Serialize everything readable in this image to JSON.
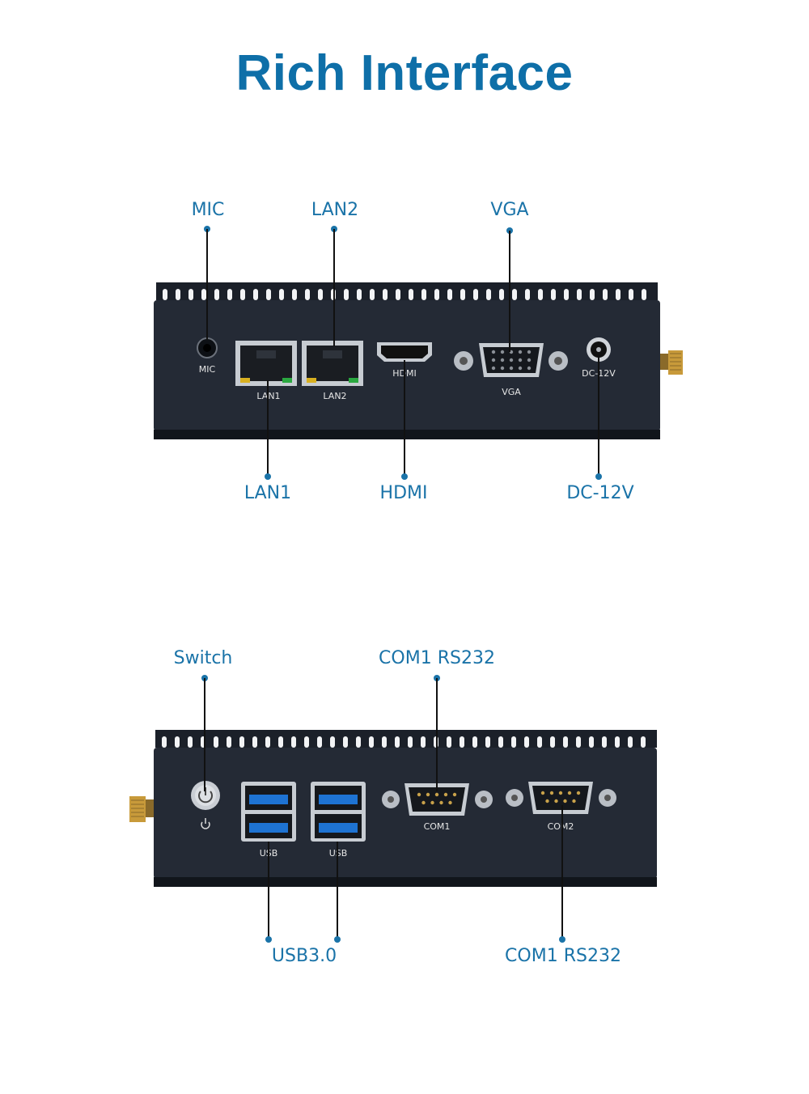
{
  "title": "Rich Interface",
  "panel1": {
    "callouts": {
      "mic": "MIC",
      "lan2": "LAN2",
      "vga": "VGA",
      "lan1": "LAN1",
      "hdmi": "HDMI",
      "dc": "DC-12V"
    },
    "silkscreen": {
      "mic": "MIC",
      "lan1": "LAN1",
      "lan2": "LAN2",
      "hdmi": "HDMI",
      "vga": "VGA",
      "dc": "DC-12V"
    }
  },
  "panel2": {
    "callouts": {
      "switch": "Switch",
      "com_top": "COM1 RS232",
      "usb": "USB3.0",
      "com_bottom": "COM1 RS232"
    },
    "silkscreen": {
      "usb_a": "USB",
      "usb_b": "USB",
      "com1": "COM1",
      "com2": "COM2"
    }
  },
  "colors": {
    "accent": "#1a73a8",
    "title": "#0e6fa8",
    "chassis": "#1f2530",
    "usb_blue": "#1e73d2"
  }
}
